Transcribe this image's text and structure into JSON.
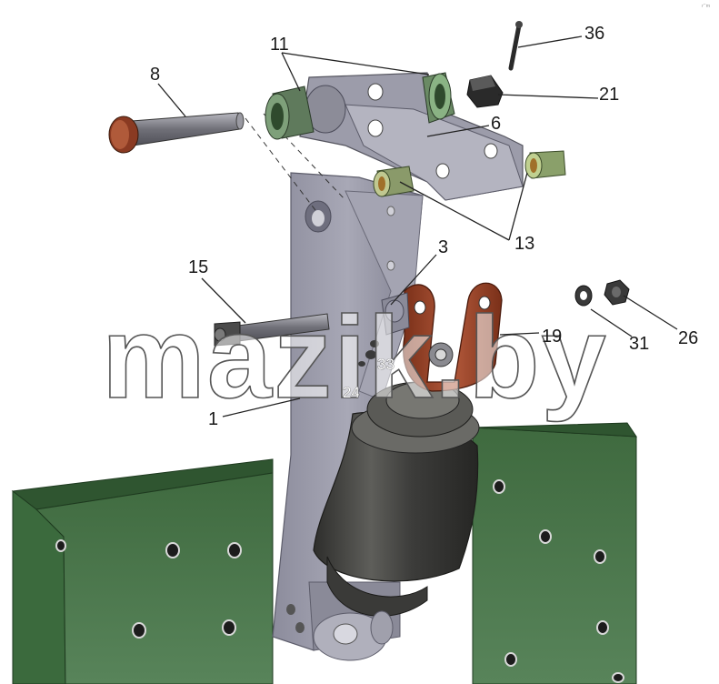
{
  "diagram": {
    "callouts": {
      "c1": "1",
      "c3": "3",
      "c6": "6",
      "c8": "8",
      "c11": "11",
      "c13": "13",
      "c15": "15",
      "c19": "19",
      "c21": "21",
      "c24": "24",
      "c26": "26",
      "c31": "31",
      "c33": "33",
      "c36": "36"
    },
    "watermark": "mazik.by",
    "corner_mark": "ʳ¨ᵐ"
  },
  "colors": {
    "frame_green": "#4f7a4e",
    "bracket_gray": "#9a9aa8",
    "bushing_green": "#6fa07a",
    "plate_rust": "#a24a2e",
    "cylinder_dark": "#4a4a48"
  }
}
